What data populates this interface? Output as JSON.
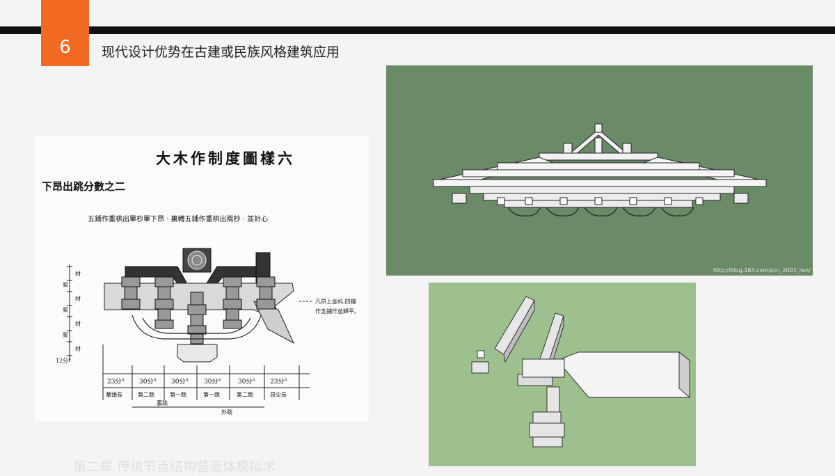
{
  "header": {
    "number": "6",
    "title": "现代设计优势在古建或民族风格建筑应用"
  },
  "drawing": {
    "title": "大木作制度圖樣六",
    "subtitle": "下昂出跳分數之二",
    "caption": "五鋪作重栱出單杪單下昂 · 裏轉五鋪作重栱出兩杪 · 並計心",
    "note_lines": [
      "凡昂上坐枓,四鋪",
      "作五鋪作並歸平。"
    ],
    "side_labels": [
      "材",
      "栔",
      "材",
      "栔",
      "材",
      "栔",
      "材"
    ],
    "side_bottom_label": "12分°",
    "dimensions": [
      "23分°",
      "30分°",
      "30分°",
      "30分°",
      "30分°",
      "23分°"
    ],
    "segment_labels": [
      "華頭長",
      "第二跳",
      "第一跳",
      "第一跳",
      "第二跳",
      "昂尖長"
    ],
    "bottom_labels": [
      "裏跳",
      "外跳"
    ]
  },
  "roof_model": {
    "watermark": "http://blog.163.com/scn_2001_ren/"
  },
  "footer": {
    "text": "第二章  传统节点结构营造体模拟术"
  },
  "colors": {
    "accent": "#f26a21",
    "bar": "#111111",
    "roof_bg": "#6a8a68",
    "bracket_bg": "#9ec08e"
  }
}
